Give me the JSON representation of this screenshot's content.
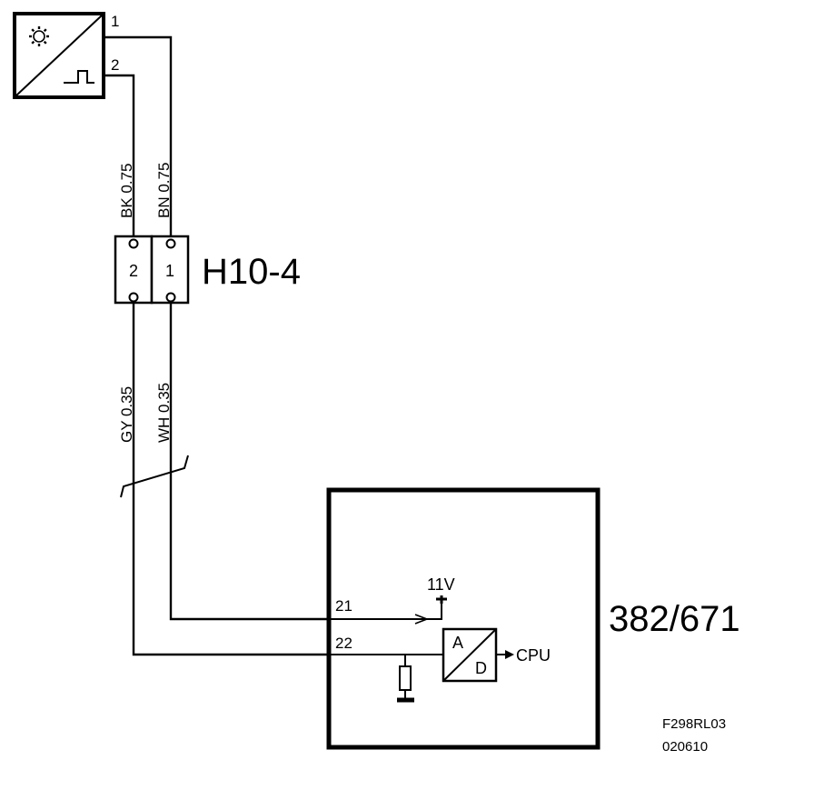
{
  "sensor": {
    "pin_1": "1",
    "pin_2": "2"
  },
  "upper_wires": [
    {
      "label": "BK  0.75"
    },
    {
      "label": "BN  0.75"
    }
  ],
  "connector": {
    "name": "H10-4",
    "pin_left": "2",
    "pin_right": "1"
  },
  "lower_wires": [
    {
      "label": "GY  0.35"
    },
    {
      "label": "WH  0.35"
    }
  ],
  "control_unit": {
    "name": "382/671",
    "pin_21": "21",
    "pin_22": "22",
    "supply": "11V",
    "adc_a": "A",
    "adc_d": "D",
    "adc_out": "CPU"
  },
  "footer": {
    "ref": "F298RL03",
    "date": "020610"
  }
}
